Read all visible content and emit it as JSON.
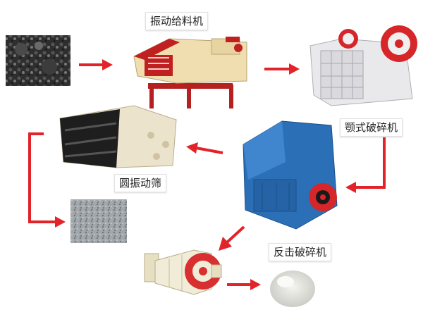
{
  "labels": {
    "vibrating_feeder": "振动给料机",
    "jaw_crusher": "颚式破碎机",
    "circular_vibrating_screen": "圆振动筛",
    "impact_crusher": "反击破碎机"
  },
  "colors": {
    "arrow": "#e3232a",
    "feeder_body": "#f0ddb0",
    "feeder_frame": "#c02020",
    "jaw_body": "#e9e9ec",
    "jaw_wheel": "#d6262a",
    "screen_black": "#1e1e1e",
    "screen_body": "#ece3cc",
    "impact_blue": "#2b6fb7",
    "mill_body": "#f0ecd8",
    "mill_red": "#d83030",
    "raw_stone": "#3a3a3a",
    "gravel": "#9aa0a6",
    "powder": "#dcdcd6"
  },
  "icons": {
    "raw_material": "raw-coal-stone-image",
    "feeder": "vibrating-feeder-machine",
    "jaw": "jaw-crusher-machine",
    "screen": "vibrating-screen-machine",
    "impact": "impact-crusher-machine",
    "gravel": "crushed-gravel-image",
    "mill": "ball-mill-machine",
    "powder": "fine-powder-image"
  }
}
